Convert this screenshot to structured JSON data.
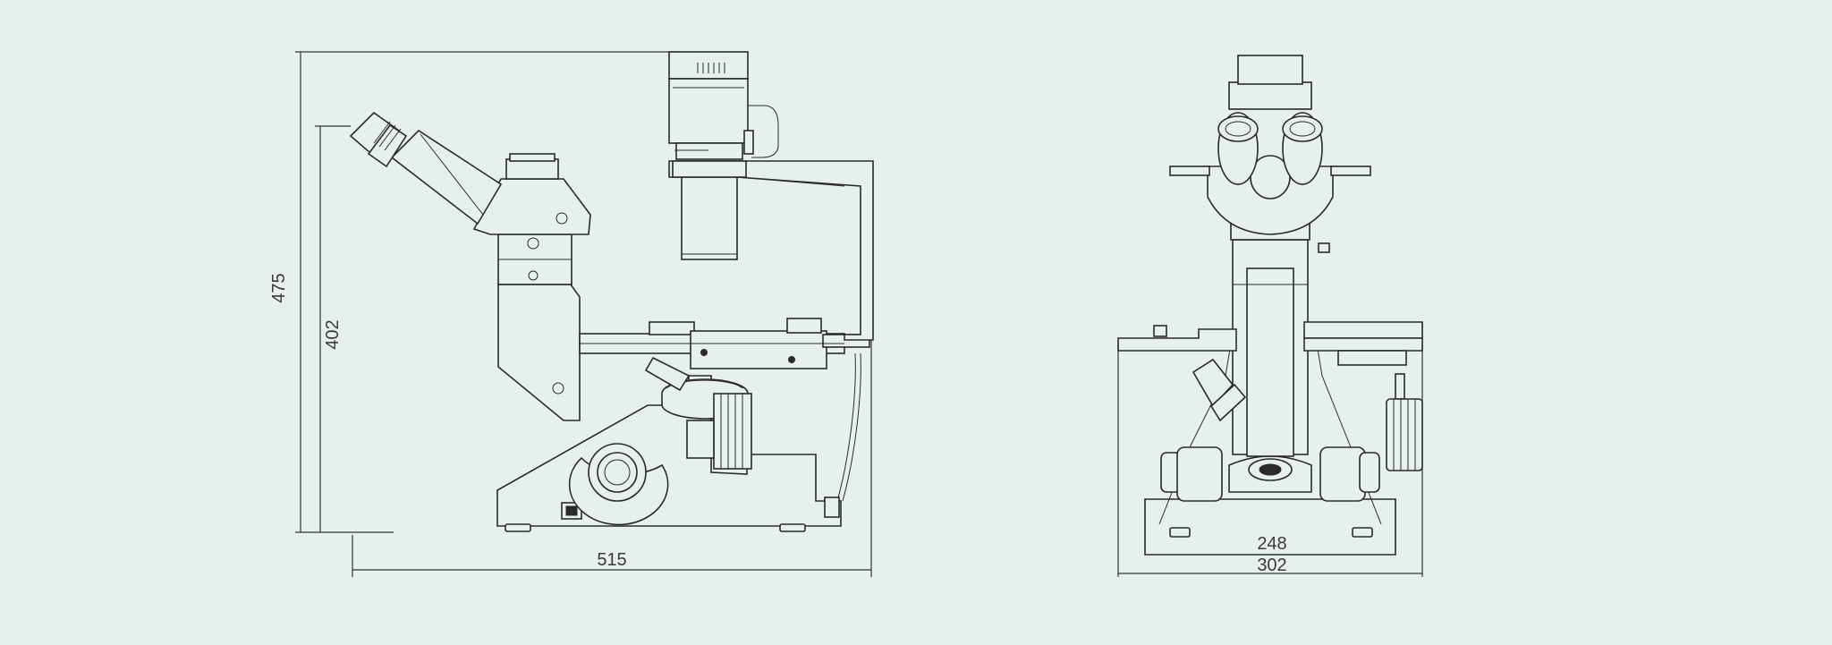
{
  "colors": {
    "background": "#e7f1ec",
    "line": "#2a2a2a"
  },
  "side_view": {
    "height_total": "475",
    "height_eyepiece": "402",
    "width": "515"
  },
  "front_view": {
    "width_base": "248",
    "width_total": "302"
  }
}
